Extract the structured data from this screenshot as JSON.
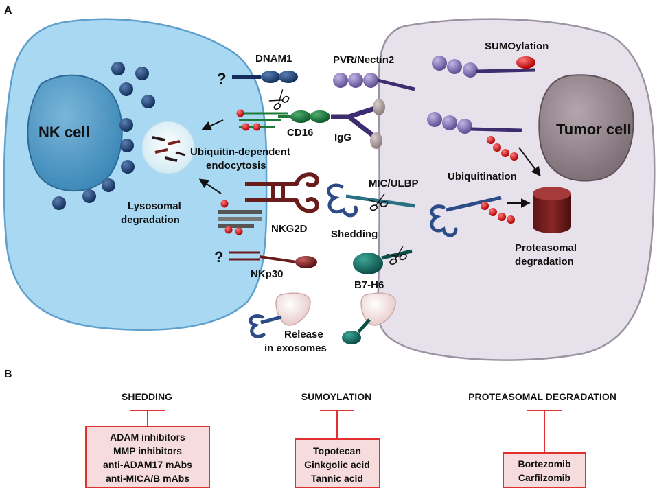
{
  "panel_a": {
    "label": "A",
    "nk_cell": {
      "label": "NK cell",
      "fill": "#a9d8f2"
    },
    "tumor_cell": {
      "label": "Tumor cell",
      "fill": "#e7e1ec"
    },
    "receptors": {
      "dnam1": "DNAM1",
      "cd16": "CD16",
      "nkg2d": "NKG2D",
      "nkp30": "NKp30",
      "unknown_mark_1": "?",
      "unknown_mark_2": "?"
    },
    "ligands": {
      "pvr_nectin2": "PVR/Nectin2",
      "igg": "IgG",
      "mic_ulbp": "MIC/ULBP",
      "b7h6": "B7-H6"
    },
    "processes": {
      "ubiquitin_endocytosis_line1": "Ubiquitin-dependent",
      "ubiquitin_endocytosis_line2": "endocytosis",
      "lysosomal_line1": "Lysosomal",
      "lysosomal_line2": "degradation",
      "shedding": "Shedding",
      "sumoylation": "SUMOylation",
      "ubiquitination": "Ubiquitination",
      "proteasomal_line1": "Proteasomal",
      "proteasomal_line2": "degradation",
      "exosomes_line1": "Release",
      "exosomes_line2": "in exosomes"
    }
  },
  "panel_b": {
    "label": "B",
    "groups": [
      {
        "title": "SHEDDING",
        "items": [
          "ADAM inhibitors",
          "MMP inhibitors",
          "anti-ADAM17 mAbs",
          "anti-MICA/B mAbs"
        ]
      },
      {
        "title": "SUMOYLATION",
        "items": [
          "Topotecan",
          "Ginkgolic acid",
          "Tannic acid"
        ]
      },
      {
        "title": "PROTEASOMAL DEGRADATION",
        "items": [
          "Bortezomib",
          "Carfilzomib"
        ]
      }
    ],
    "inhibitor_color": "#e03030",
    "box_fill": "#f6dcdc"
  }
}
